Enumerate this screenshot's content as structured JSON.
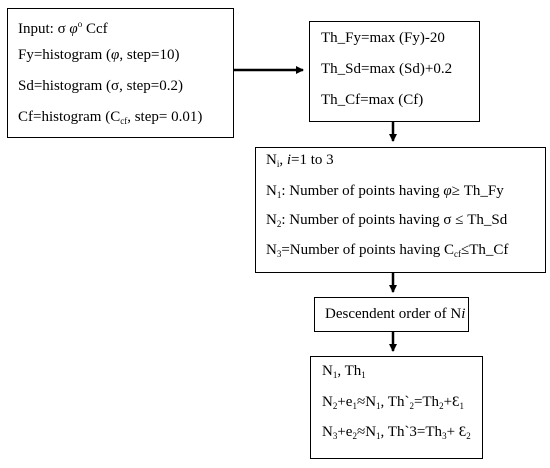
{
  "input_box": {
    "line1": {
      "prefix": "Input: σ ",
      "phi": "φ",
      "sup": "o",
      "suffix": " Ccf"
    },
    "line2": {
      "pre": "Fy=histogram (",
      "phi": "φ",
      "post": ", step=10)"
    },
    "line3": "Sd=histogram (σ, step=0.2)",
    "line4": {
      "pre": "Cf=histogram (C",
      "sub": "cf",
      "post": ", step= 0.01)"
    }
  },
  "threshold_box": {
    "line1": "Th_Fy=max (Fy)-20",
    "line2": "Th_Sd=max (Sd)+0.2",
    "line3": "Th_Cf=max (Cf)"
  },
  "count_box": {
    "line1": {
      "n": "N",
      "sub": "i",
      "mid": ", ",
      "i": "i",
      "post": "=1 to 3"
    },
    "line2": {
      "n": "N",
      "sub": "1",
      "pre": ": Number of points having ",
      "phi": "φ",
      "post": "≥ Th_Fy"
    },
    "line3": {
      "n": "N",
      "sub": "2",
      "text": ": Number of points having σ ≤ Th_Sd"
    },
    "line4": {
      "n": "N",
      "sub": "3",
      "pre": "=Number of points having C",
      "sub2": "cf",
      "post": "≤Th_Cf"
    }
  },
  "order_box": {
    "pre": "Descendent order of N",
    "i": "i"
  },
  "result_box": {
    "line1": {
      "n": "N",
      "sub": "1",
      "mid": ", Th",
      "sub2": "1"
    },
    "line2": {
      "a": "N",
      "a_sub": "2",
      "b": "+e",
      "b_sub": "1",
      "c": "≈N",
      "c_sub": "1",
      "d": ", Th`",
      "d_sub": "2",
      "e": "=Th",
      "e_sub": "2",
      "f": "+Ɛ",
      "f_sub": "1"
    },
    "line3": {
      "a": "N",
      "a_sub": "3",
      "b": "+e",
      "b_sub": "2",
      "c": "≈N",
      "c_sub": "1",
      "d": ", Th`3=Th",
      "d_sub": "3",
      "e": "+ Ɛ",
      "e_sub": "2"
    }
  }
}
